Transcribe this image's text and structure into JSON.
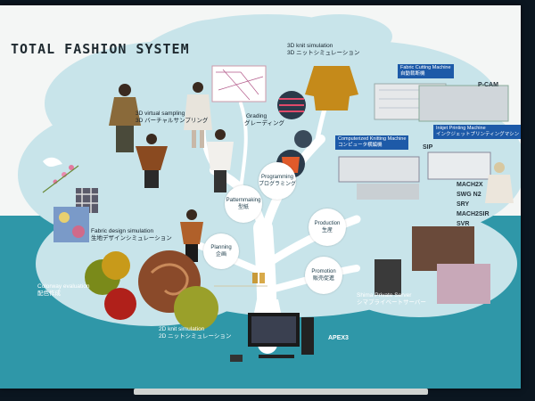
{
  "poster": {
    "title": "TOTAL FASHION SYSTEM"
  },
  "labels": {
    "virtual_sampling_en": "3D virtual sampling",
    "virtual_sampling_jp": "3D バーチャルサンプリング",
    "grading_en": "Grading",
    "grading_jp": "グレーディング",
    "knit_sim_en": "3D knit simulation",
    "knit_sim_jp": "3D ニットシミュレーション",
    "fabric_cutting_en": "Fabric Cutting Machine",
    "fabric_cutting_jp": "自動裁断機",
    "computerized_knitting_en": "Computerized Knitting Machine",
    "computerized_knitting_jp": "コンピュータ横編機",
    "inkjet_en": "Inkjet Printing Machine",
    "inkjet_jp": "インクジェットプリンティングマシン",
    "fabric_design_en": "Fabric design simulation",
    "fabric_design_jp": "生地デザインシミュレーション",
    "colorway_en": "Colorway evaluation",
    "colorway_jp": "配色作成",
    "knit2d_en": "2D knit simulation",
    "knit2d_jp": "2D ニットシミュレーション",
    "server_en": "Shima Private Server",
    "server_jp": "シマプライベートサーバー"
  },
  "bubbles": {
    "programming_en": "Programming",
    "programming_jp": "プログラミング",
    "patternmaking_en": "Patternmaking",
    "patternmaking_jp": "型紙",
    "production_en": "Production",
    "production_jp": "生産",
    "planning_en": "Planning",
    "planning_jp": "企画",
    "promotion_en": "Promotion",
    "promotion_jp": "販売促進"
  },
  "brands": {
    "pcam": "P-CAM",
    "sip": "SIP",
    "mach2x": "MACH2X",
    "swg": "SWG N2",
    "sry": "SRY",
    "mach2sir": "MACH2SIR",
    "svr": "SVR",
    "apex": "APEX3"
  },
  "colors": {
    "tree_canopy": "#c8e4ea",
    "ground": "#2f97a8",
    "tag_blue": "#1d5aa8",
    "trunk": "#ffffff"
  }
}
